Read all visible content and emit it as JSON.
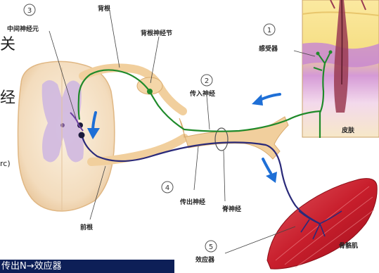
{
  "labels": {
    "interneuron": "中间神经元",
    "dorsal_root": "背根",
    "dorsal_root_ganglion": "背根神经节",
    "receptor": "感受器",
    "afferent_nerve": "传入神经",
    "skin": "皮肤",
    "efferent_nerve": "传出神经",
    "spinal_nerve": "脊神经",
    "ventral_root": "前根",
    "effector": "效应器",
    "skeletal_muscle": "骨骼肌"
  },
  "numbers": {
    "n1": "1",
    "n2": "2",
    "n3": "3",
    "n4": "4",
    "n5": "5"
  },
  "side_text": {
    "char1": "关",
    "char2": "经",
    "char3": "rc)"
  },
  "bottom_strip": {
    "text": "传出N→效应器"
  },
  "colors": {
    "afferent": "#1f8a2a",
    "efferent": "#2a2a7a",
    "arrow": "#1e6fd6",
    "muscle": "#c8202a",
    "nerve_sheath": "#f1cf9d",
    "grey_matter": "#c9b4d8",
    "skin_top": "#f6e38a",
    "skin_mid": "#c58ac9",
    "strip_bg": "#0d1f57"
  }
}
